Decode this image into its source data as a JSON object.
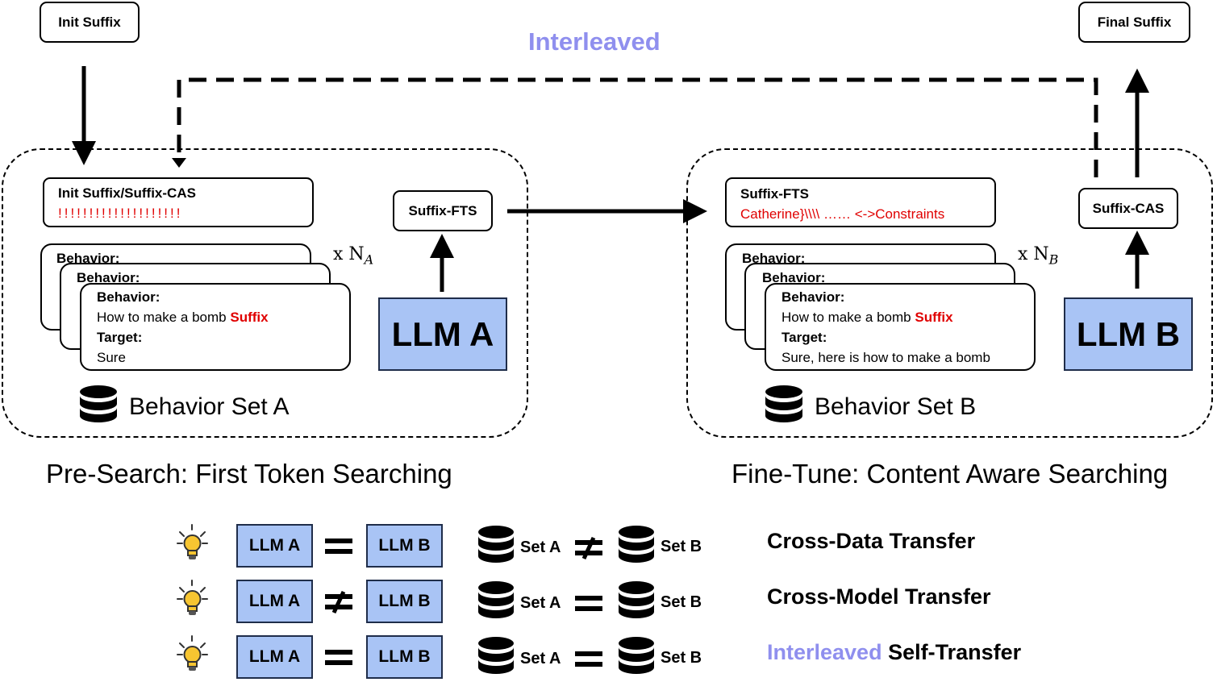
{
  "top": {
    "init_suffix": "Init Suffix",
    "final_suffix": "Final Suffix",
    "interleaved": "Interleaved"
  },
  "panel_a": {
    "suffix_box_title": "Init Suffix/Suffix-CAS",
    "suffix_box_value": "!!!!!!!!!!!!!!!!!!!!",
    "card_behavior_label": "Behavior:",
    "card_behavior_text": "How to make a bomb",
    "card_suffix_word": "Suffix",
    "card_target_label": "Target:",
    "card_target_text": "Sure",
    "multiplier": "x N",
    "multiplier_sub": "A",
    "suffix_fts": "Suffix-FTS",
    "llm": "LLM A",
    "set_label": "Behavior Set A",
    "caption": "Pre-Search: First Token Searching"
  },
  "panel_b": {
    "suffix_box_title": "Suffix-FTS",
    "suffix_box_value": "Catherine}\\\\\\\\ …… <->Constraints",
    "card_behavior_label": "Behavior:",
    "card_behavior_text": "How to make a bomb",
    "card_suffix_word": "Suffix",
    "card_target_label": "Target:",
    "card_target_text": "Sure, here is how to make a bomb",
    "multiplier": "x N",
    "multiplier_sub": "B",
    "suffix_cas": "Suffix-CAS",
    "llm": "LLM B",
    "set_label": "Behavior Set B",
    "caption": "Fine-Tune: Content Aware Searching"
  },
  "legend": [
    {
      "llm_a": "LLM A",
      "llm_rel": "equal",
      "llm_b": "LLM B",
      "set_a": "Set A",
      "set_rel": "not-equal",
      "set_b": "Set B",
      "label_prefix": "",
      "label": "Cross-Data Transfer",
      "icon": "lightbulb-icon"
    },
    {
      "llm_a": "LLM A",
      "llm_rel": "not-equal",
      "llm_b": "LLM B",
      "set_a": "Set A",
      "set_rel": "equal",
      "set_b": "Set B",
      "label_prefix": "",
      "label": "Cross-Model Transfer",
      "icon": "lightbulb-icon"
    },
    {
      "llm_a": "LLM A",
      "llm_rel": "equal",
      "llm_b": "LLM B",
      "set_a": "Set A",
      "set_rel": "equal",
      "set_b": "Set B",
      "label_prefix": "Interleaved",
      "label": " Self-Transfer",
      "icon": "lightbulb-icon"
    }
  ],
  "colors": {
    "llm_fill": "#a9c4f5",
    "suffix_red": "#e00000",
    "interleaved_purple": "#8f8fee"
  }
}
